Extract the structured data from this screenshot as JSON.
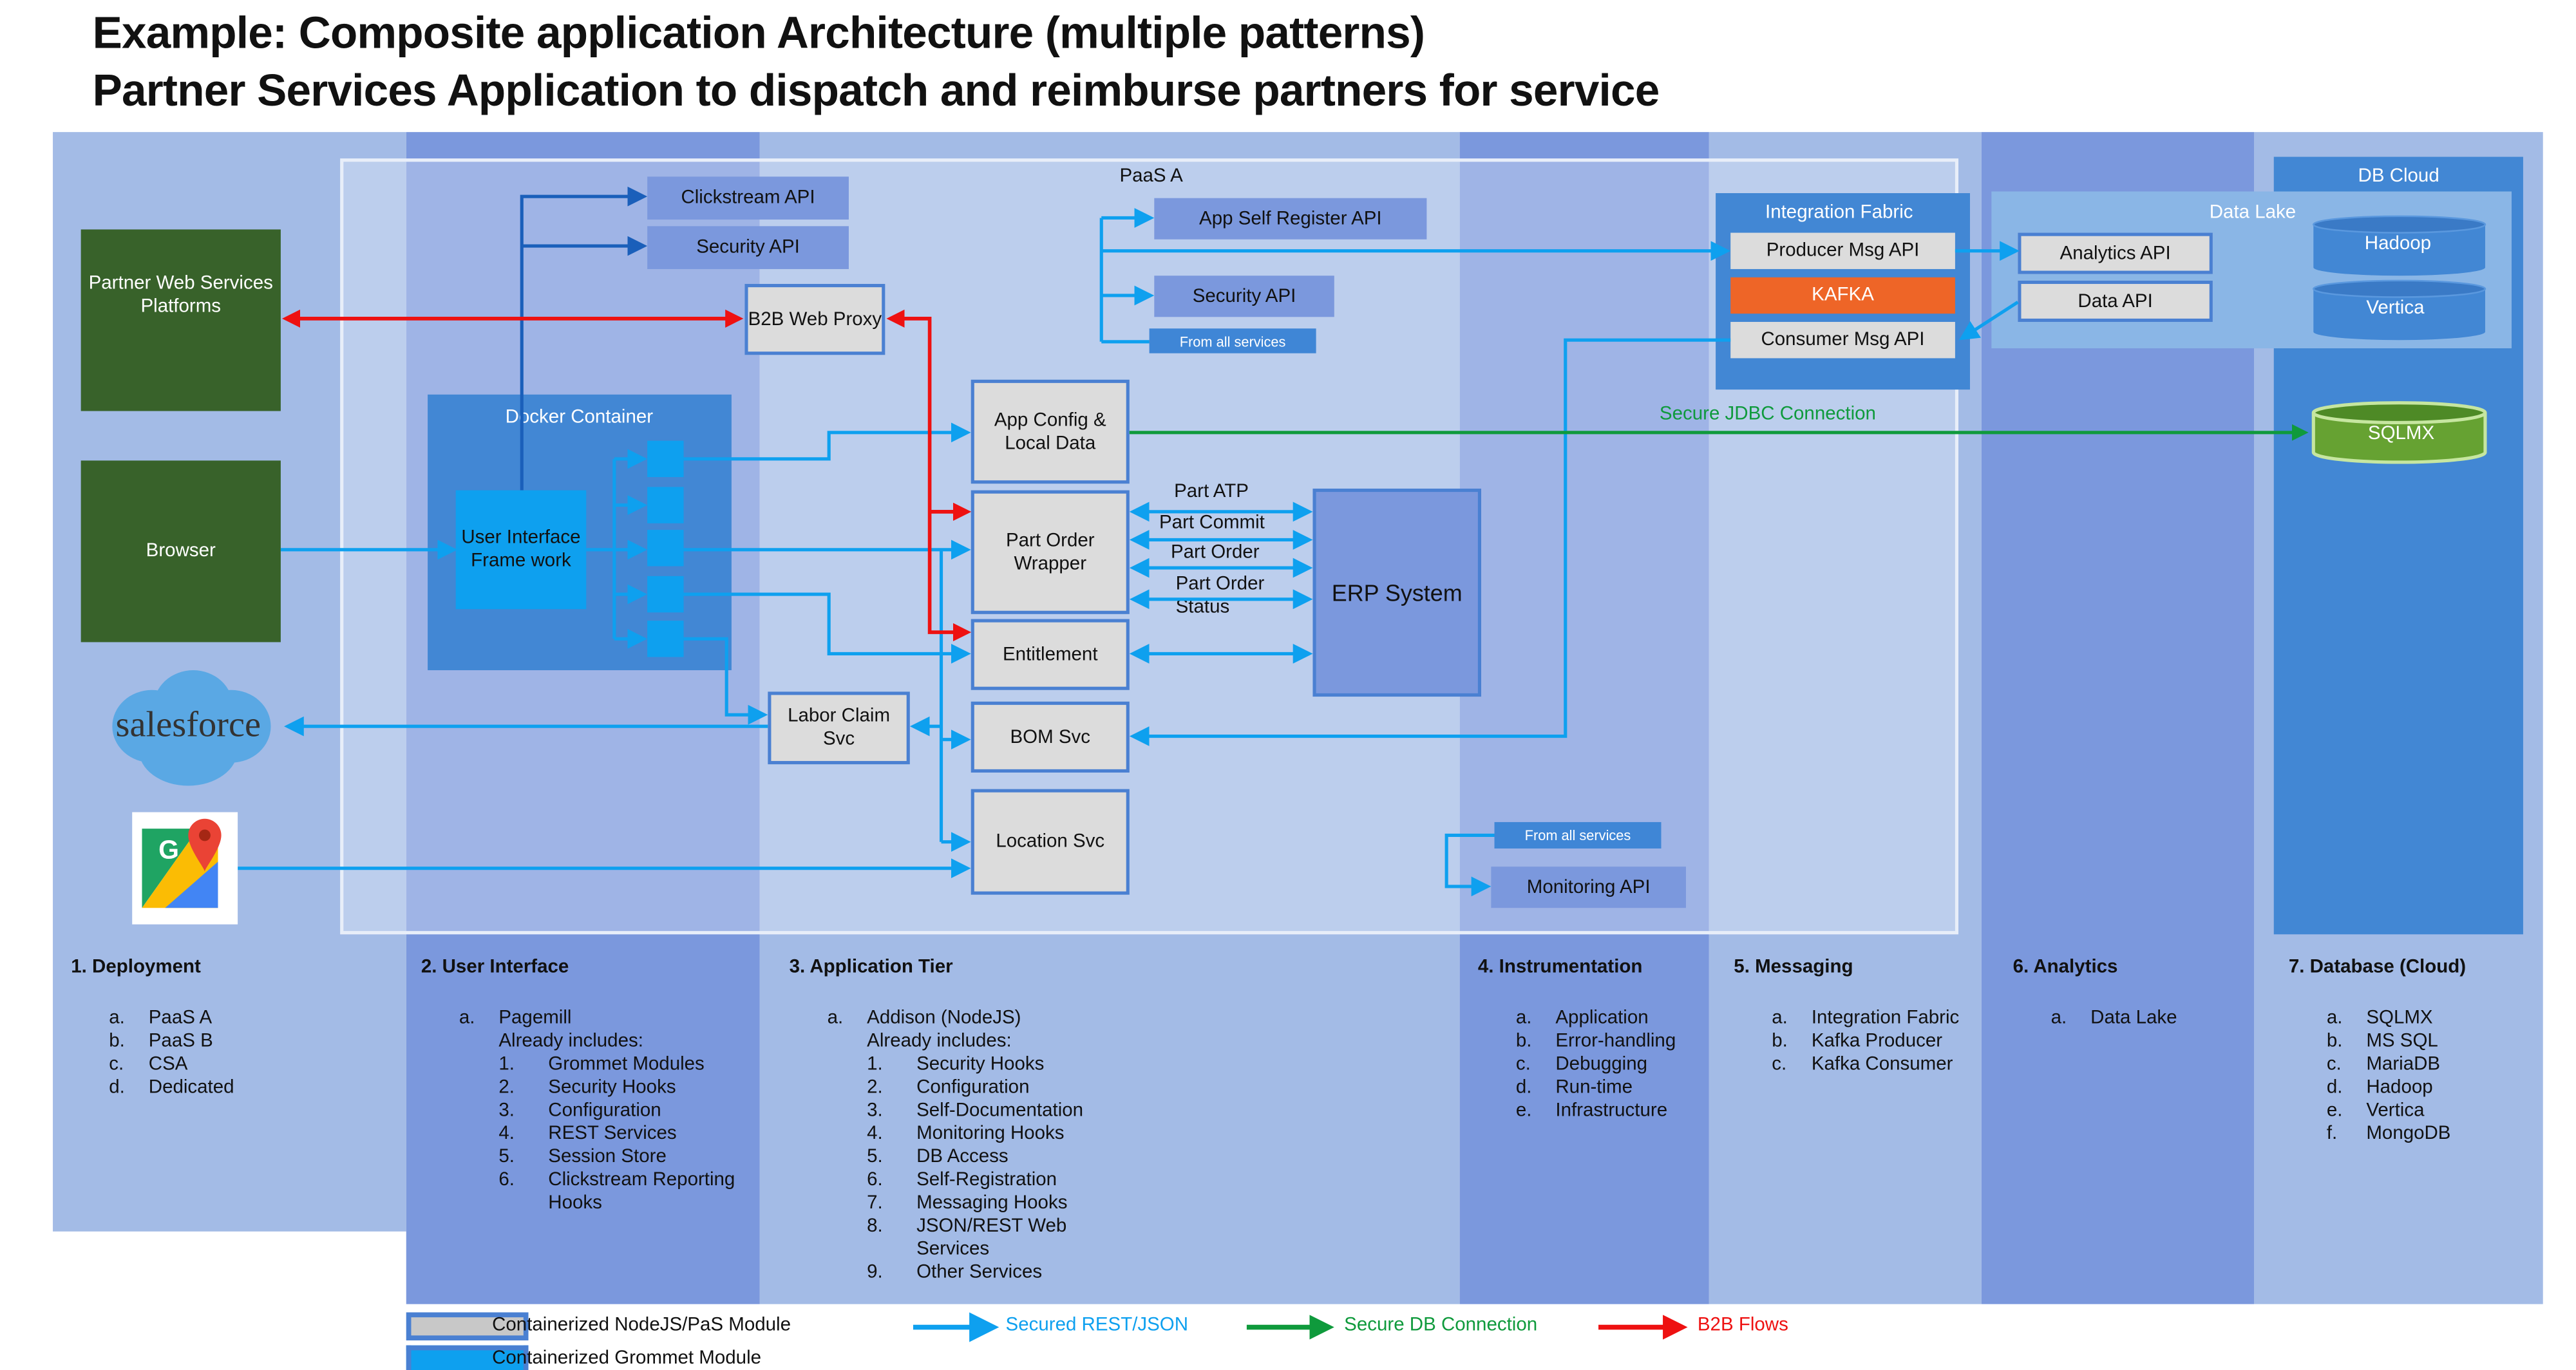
{
  "title": {
    "line1": "Example: Composite application Architecture (multiple patterns)",
    "line2": "Partner Services Application to dispatch and reimburse partners for service"
  },
  "colors": {
    "light_band": "#a3bbe6",
    "dark_band": "#7b98dd",
    "container": "#4287d4",
    "grommet": "#0ea0ef",
    "rest_flow": "#0ea0ef",
    "db_flow": "#0f9a3c",
    "b2b_flow": "#ee1111",
    "kafka": "#ee6527",
    "external": "#38622a"
  },
  "diagram": {
    "paas_label": "PaaS A",
    "external": {
      "partner_web": "Partner Web Services Platforms",
      "browser": "Browser",
      "salesforce_logo": "salesforce",
      "maps_logo": "G"
    },
    "ui": {
      "clickstream_api": "Clickstream API",
      "security_api": "Security API",
      "b2b_proxy": "B2B Web Proxy",
      "docker_container": "Docker Container",
      "ui_framework": "User Interface Frame work"
    },
    "app": {
      "app_config": "App Config & Local Data",
      "part_order_wrapper": "Part Order Wrapper",
      "entitlement": "Entitlement",
      "bom_svc": "BOM Svc",
      "location_svc": "Location Svc",
      "labor_claim": "Labor Claim Svc",
      "erp": "ERP System",
      "app_self_register": "App Self Register API",
      "security_api": "Security API",
      "from_all_services": "From all services",
      "part_atp": "Part ATP",
      "part_commit": "Part Commit",
      "part_order": "Part Order",
      "part_order_status_1": "Part Order",
      "part_order_status_2": "Status"
    },
    "instrumentation": {
      "from_all_services": "From all services",
      "monitoring_api": "Monitoring API"
    },
    "messaging": {
      "integration_fabric": "Integration Fabric",
      "producer": "Producer Msg API",
      "kafka": "KAFKA",
      "consumer": "Consumer Msg API"
    },
    "analytics": {
      "data_lake": "Data Lake",
      "analytics_api": "Analytics API",
      "data_api": "Data API"
    },
    "database": {
      "db_cloud": "DB Cloud",
      "hadoop": "Hadoop",
      "vertica": "Vertica",
      "sqlmx": "SQLMX"
    },
    "jdbc_label": "Secure JDBC Connection"
  },
  "columns": [
    {
      "heading": "1. Deployment",
      "items": [
        {
          "m": "a.",
          "t": "PaaS A"
        },
        {
          "m": "b.",
          "t": "PaaS B"
        },
        {
          "m": "c.",
          "t": "CSA"
        },
        {
          "m": "d.",
          "t": "Dedicated"
        }
      ]
    },
    {
      "heading": "2. User Interface",
      "items": [
        {
          "m": "a.",
          "t": "Pagemill"
        }
      ],
      "intro": "Already includes:",
      "sub": [
        {
          "m": "1.",
          "t": "Grommet Modules"
        },
        {
          "m": "2.",
          "t": "Security Hooks"
        },
        {
          "m": "3.",
          "t": "Configuration"
        },
        {
          "m": "4.",
          "t": "REST Services"
        },
        {
          "m": "5.",
          "t": "Session Store"
        },
        {
          "m": "6.",
          "t": "Clickstream Reporting"
        },
        {
          "m": "",
          "t": "Hooks"
        }
      ]
    },
    {
      "heading": "3. Application Tier",
      "items": [
        {
          "m": "a.",
          "t": "Addison (NodeJS)"
        }
      ],
      "intro": "Already includes:",
      "sub": [
        {
          "m": "1.",
          "t": "Security Hooks"
        },
        {
          "m": "2.",
          "t": "Configuration"
        },
        {
          "m": "3.",
          "t": "Self-Documentation"
        },
        {
          "m": "4.",
          "t": "Monitoring Hooks"
        },
        {
          "m": "5.",
          "t": "DB Access"
        },
        {
          "m": "6.",
          "t": "Self-Registration"
        },
        {
          "m": "7.",
          "t": "Messaging Hooks"
        },
        {
          "m": "8.",
          "t": "JSON/REST Web"
        },
        {
          "m": "",
          "t": "Services"
        },
        {
          "m": "9.",
          "t": "Other Services"
        }
      ]
    },
    {
      "heading": "4. Instrumentation",
      "items": [
        {
          "m": "a.",
          "t": "Application"
        },
        {
          "m": "b.",
          "t": "Error-handling"
        },
        {
          "m": "c.",
          "t": "Debugging"
        },
        {
          "m": "d.",
          "t": "Run-time"
        },
        {
          "m": "e.",
          "t": "Infrastructure"
        }
      ]
    },
    {
      "heading": "5. Messaging",
      "items": [
        {
          "m": "a.",
          "t": "Integration Fabric"
        },
        {
          "m": "b.",
          "t": "Kafka Producer"
        },
        {
          "m": "c.",
          "t": "Kafka Consumer"
        }
      ]
    },
    {
      "heading": "6. Analytics",
      "items": [
        {
          "m": "a.",
          "t": "Data Lake"
        }
      ]
    },
    {
      "heading": "7. Database (Cloud)",
      "items": [
        {
          "m": "a.",
          "t": "SQLMX"
        },
        {
          "m": "b.",
          "t": "MS SQL"
        },
        {
          "m": "c.",
          "t": "MariaDB"
        },
        {
          "m": "d.",
          "t": "Hadoop"
        },
        {
          "m": "e.",
          "t": "Vertica"
        },
        {
          "m": "f.",
          "t": "MongoDB"
        }
      ]
    }
  ],
  "legend": {
    "nodejs_module": "Containerized NodeJS/PaS Module",
    "grommet_module": "Containerized Grommet Module",
    "rest": "Secured REST/JSON",
    "db": "Secure DB Connection",
    "b2b": "B2B Flows"
  }
}
